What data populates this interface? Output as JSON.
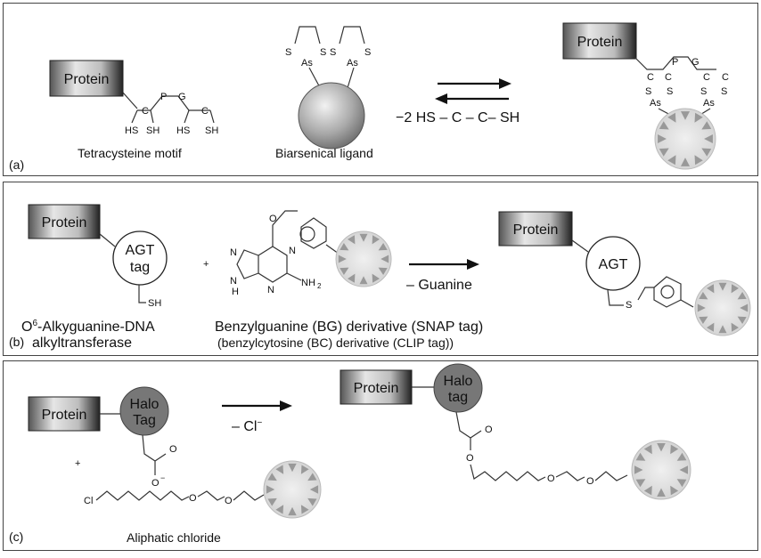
{
  "panel_a": {
    "protein_label": "Protein",
    "motif_label": "Tetracysteine motif",
    "ligand_label": "Biarsenical ligand",
    "byproduct": "−2 HS – C – C– SH",
    "protein_label_product": "Protein",
    "panel_letter": "(a)",
    "atoms": {
      "P": "P",
      "G": "G",
      "C": "C",
      "SH": "SH",
      "HS": "HS",
      "S": "S",
      "As": "As"
    }
  },
  "panel_b": {
    "protein_label": "Protein",
    "agt_tag_line1": "AGT",
    "agt_tag_line2": "tag",
    "sh": "SH",
    "plus": "+",
    "reagent_name_1": "O",
    "reagent_sup": "6",
    "reagent_name_1_rest": "-Alkyguanine-DNA",
    "reagent_name_2": "alkyltransferase",
    "bg_label": "Benzylguanine (BG) derivative (SNAP tag)",
    "bc_label": "(benzylcytosine (BC) derivative (CLIP tag))",
    "byproduct": "– Guanine",
    "protein_label_product": "Protein",
    "agt_product": "AGT",
    "panel_letter": "(b)",
    "atoms": {
      "N": "N",
      "H": "H",
      "NH2": "NH",
      "sub2": "2",
      "O": "O",
      "S": "S"
    }
  },
  "panel_c": {
    "protein_label": "Protein",
    "halo_line1": "Halo",
    "halo_line2": "Tag",
    "byproduct": "– Cl",
    "byproduct_sup": "−",
    "plus": "+",
    "chloride_label": "Aliphatic chloride",
    "protein_label_product": "Protein",
    "halo_product_line1": "Halo",
    "halo_product_line2": "tag",
    "panel_letter": "(c)",
    "atoms": {
      "O": "O",
      "Ominus": "O",
      "minus": "−",
      "Cl": "Cl"
    }
  },
  "colors": {
    "dye_ring": "#999999",
    "halo_fill": "#777777",
    "border": "#444444"
  }
}
